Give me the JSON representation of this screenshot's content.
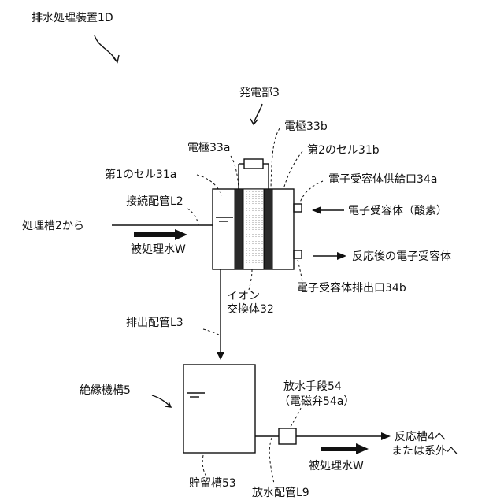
{
  "labels": {
    "device_title": "排水処理装置1D",
    "power_unit": "発電部3",
    "electrode_b": "電極33b",
    "electrode_a": "電極33a",
    "second_cell": "第2のセル31b",
    "first_cell": "第1のセル31a",
    "supply_port": "電子受容体供給口34a",
    "connection_pipe": "接続配管L2",
    "electron_acceptor": "電子受容体（酸素）",
    "from_tank": "処理槽2から",
    "treated_water_in": "被処理水W",
    "after_reaction": "反応後の電子受容体",
    "discharge_port": "電子受容体排出口34b",
    "ion_exchanger_1": "イオン",
    "ion_exchanger_2": "交換体32",
    "discharge_pipe": "排出配管L3",
    "discharge_means": "放水手段54",
    "solenoid_valve": "（電磁弁54a）",
    "insulation": "絶縁機構5",
    "reaction_tank_1": "反応槽4へ",
    "reaction_tank_2": "または系外へ",
    "treated_water_out": "被処理水W",
    "storage_tank": "貯留槽53",
    "water_pipe": "放水配管L9"
  }
}
